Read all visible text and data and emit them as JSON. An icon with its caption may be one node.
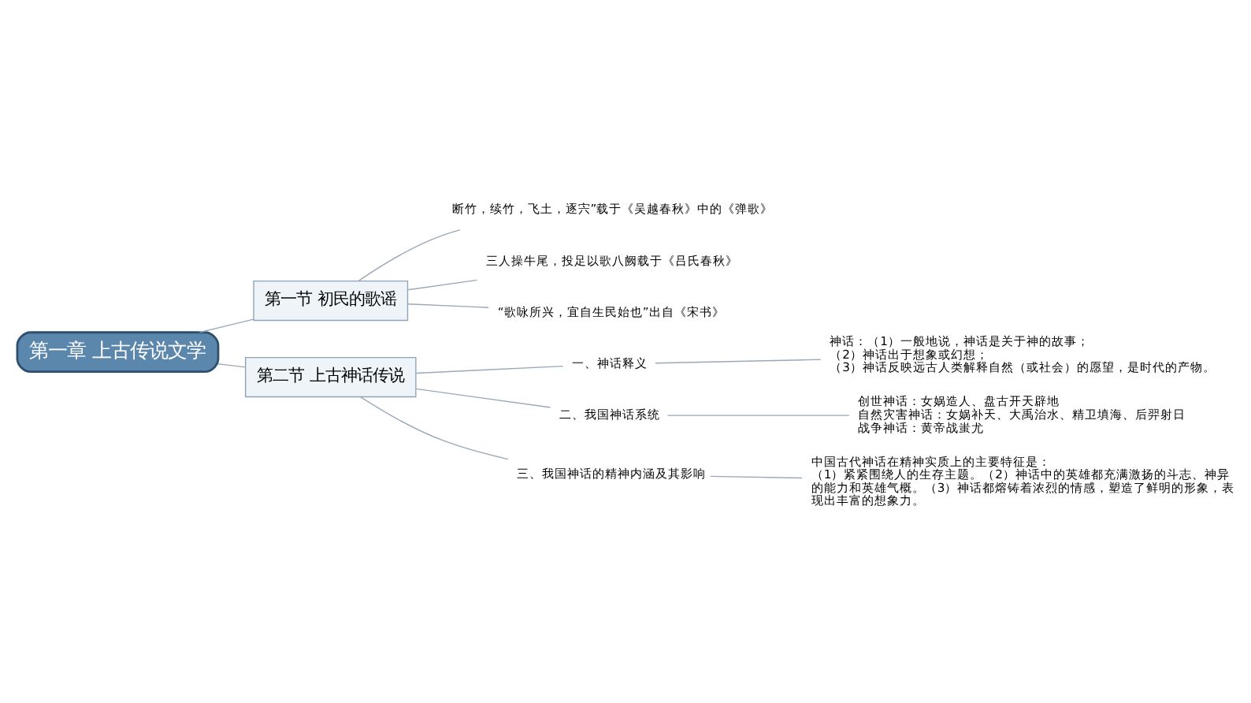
{
  "diagram": {
    "nodes": [
      {
        "text": [
          "第一章 上古传说文学"
        ]
      },
      {
        "text": [
          "第一节 初民的歌谣"
        ]
      },
      {
        "text": [
          "断竹，续竹，飞土，逐宍”载于《吴越春秋》中的《弹歌》"
        ]
      },
      {
        "text": [
          "三人操牛尾，投足以歌八阙载于《吕氏春秋》"
        ]
      },
      {
        "text": [
          "“歌咏所兴，宜自生民始也”出自《宋书》"
        ]
      },
      {
        "text": [
          "第二节 上古神话传说"
        ]
      },
      {
        "text": [
          "一、神话释义"
        ]
      },
      {
        "text": [
          "神话：（1）一般地说，神话是关于神的故事；",
          "（2）神话出于想象或幻想；",
          "（3）神话反映远古人类解释自然（或社会）的愿望，是时代的产物。"
        ]
      },
      {
        "text": [
          "二、我国神话系统"
        ]
      },
      {
        "text": [
          "创世神话：女娲造人、盘古开天辟地",
          "自然灾害神话：女娲补天、大禹治水、精卫填海、后羿射日",
          "战争神话：黄帝战蚩尤"
        ]
      },
      {
        "text": [
          "三、我国神话的精神内涵及其影响"
        ]
      },
      {
        "text": [
          "中国古代神话在精神实质上的主要特征是：",
          "（1）紧紧围绕人的生存主题。（2）神话中的英雄都充满激扬的斗志、神异的能力和英雄气概。（3）神话都熔铸着浓烈的情感，塑造了鲜明的形象，表现出丰富的想象力。"
        ]
      }
    ],
    "edges": [
      {
        "from": 0,
        "to": 1,
        "arrow": "none"
      },
      {
        "from": 1,
        "to": 2,
        "arrow": "none"
      },
      {
        "from": 1,
        "to": 3,
        "arrow": "none"
      },
      {
        "from": 1,
        "to": 4,
        "arrow": "none"
      },
      {
        "from": 0,
        "to": 5,
        "arrow": "none"
      },
      {
        "from": 5,
        "to": 6,
        "arrow": "none"
      },
      {
        "from": 6,
        "to": 7,
        "arrow": "none"
      },
      {
        "from": 5,
        "to": 8,
        "arrow": "none"
      },
      {
        "from": 8,
        "to": 9,
        "arrow": "none"
      },
      {
        "from": 5,
        "to": 10,
        "arrow": "none"
      },
      {
        "from": 10,
        "to": 11,
        "arrow": "none"
      }
    ]
  }
}
